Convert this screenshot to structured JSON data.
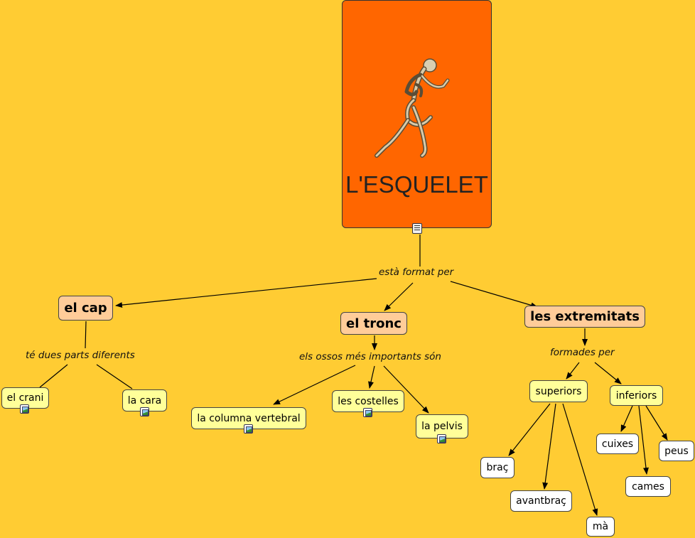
{
  "root": {
    "title": "L'ESQUELET"
  },
  "links": {
    "root_to_parts": "està format per",
    "cap_parts": "té dues parts diferents",
    "tronc_ossos": "els ossos més importants són",
    "extremitats_formades": "formades per"
  },
  "nodes": {
    "cap": "el cap",
    "tronc": "el tronc",
    "extremitats": "les extremitats",
    "crani": "el crani",
    "cara": "la cara",
    "columna": "la columna vertebral",
    "costelles": "les costelles",
    "pelvis": "la pelvis",
    "superiors": "superiors",
    "inferiors": "inferiors",
    "brac": "braç",
    "avantbrac": "avantbraç",
    "ma": "mà",
    "cuixes": "cuixes",
    "cames": "cames",
    "peus": "peus"
  },
  "colors": {
    "background": "#FFCC33",
    "root": "#FF6600",
    "main_node": "#FFCC99",
    "sub_node": "#FFFF99",
    "leaf_node": "#FFFFFF"
  },
  "icons": {
    "root_resource": "document-icon",
    "node_resource": "image-icon",
    "root_image": "skeleton-illustration"
  }
}
